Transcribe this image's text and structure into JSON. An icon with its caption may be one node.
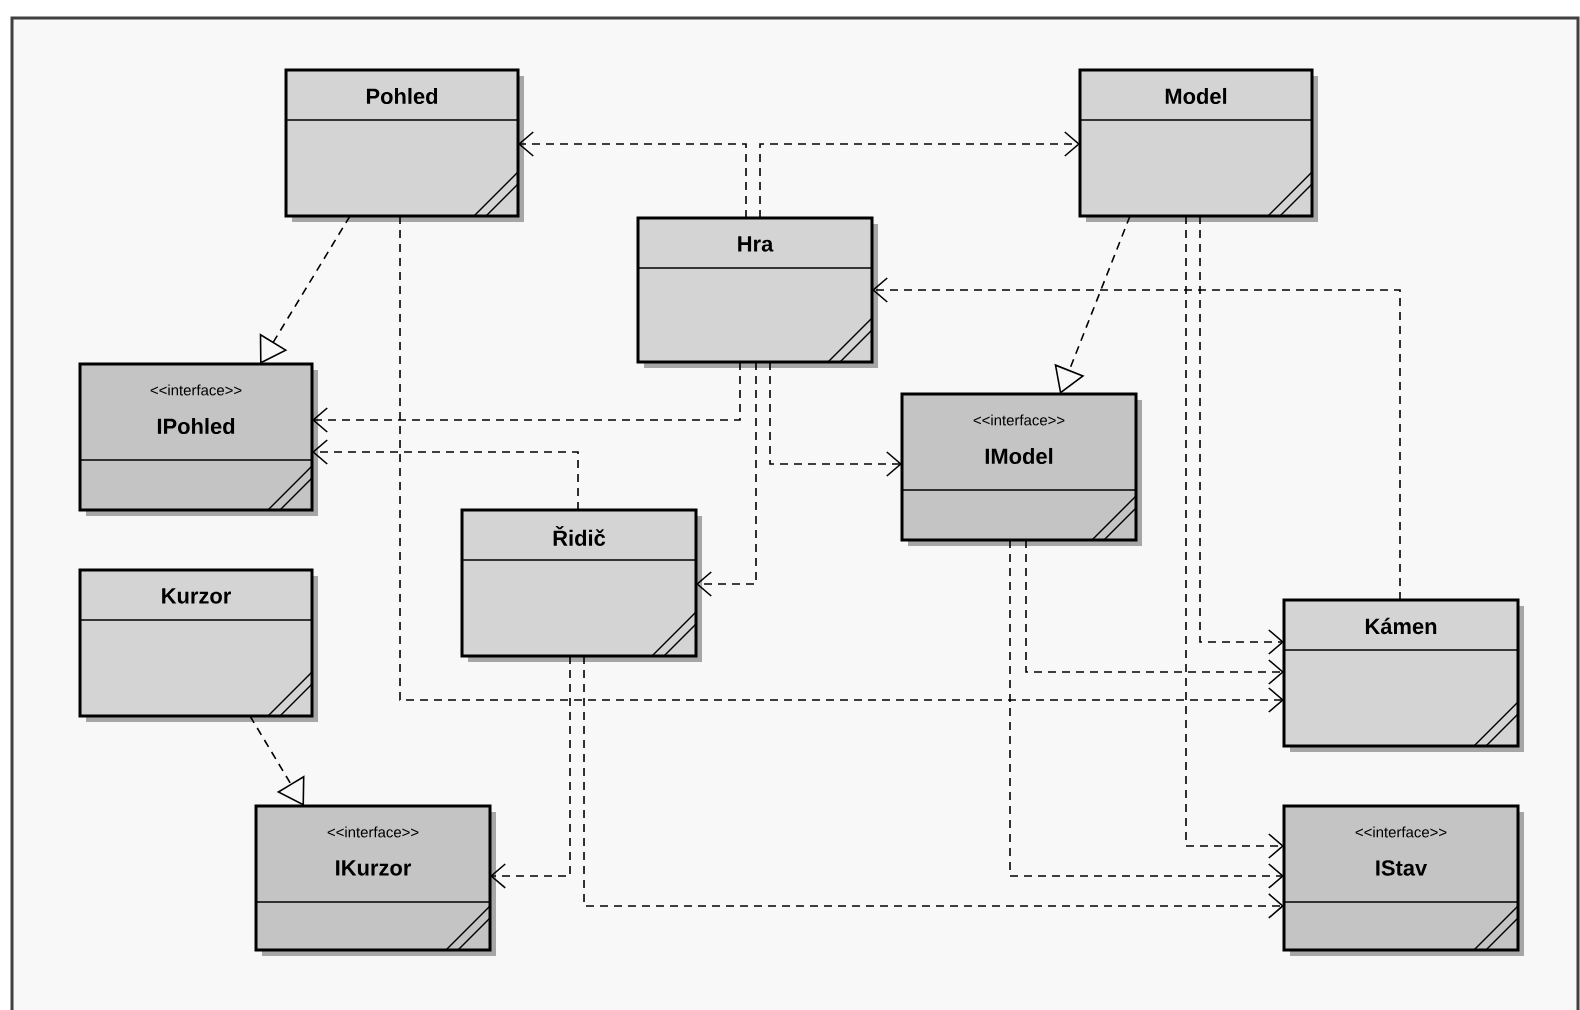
{
  "diagram": {
    "nodes": [
      {
        "text": [
          "Pohled"
        ]
      },
      {
        "text": [
          "Model"
        ]
      },
      {
        "text": [
          "Hra"
        ]
      },
      {
        "text": [
          "<<interface>>",
          "IPohled"
        ]
      },
      {
        "text": [
          "<<interface>>",
          "IModel"
        ]
      },
      {
        "text": [
          "Řidič"
        ]
      },
      {
        "text": [
          "Kurzor"
        ]
      },
      {
        "text": [
          "Kámen"
        ]
      },
      {
        "text": [
          "<<interface>>",
          "IKurzor"
        ]
      },
      {
        "text": [
          "<<interface>>",
          "IStav"
        ]
      }
    ],
    "edges": [
      {
        "from": 2,
        "to": 0,
        "arrow": "to"
      },
      {
        "from": 2,
        "to": 1,
        "arrow": "to"
      },
      {
        "from": 0,
        "to": 3,
        "arrow": "to"
      },
      {
        "from": 1,
        "to": 4,
        "arrow": "to"
      },
      {
        "from": 6,
        "to": 8,
        "arrow": "to"
      },
      {
        "from": 2,
        "to": 3,
        "arrow": "to"
      },
      {
        "from": 5,
        "to": 3,
        "arrow": "to"
      },
      {
        "from": 2,
        "to": 5,
        "arrow": "to"
      },
      {
        "from": 2,
        "to": 4,
        "arrow": "to"
      },
      {
        "from": 7,
        "to": 2,
        "arrow": "to"
      },
      {
        "from": 1,
        "to": 7,
        "arrow": "to"
      },
      {
        "from": 1,
        "to": 9,
        "arrow": "to"
      },
      {
        "from": 4,
        "to": 7,
        "arrow": "to"
      },
      {
        "from": 4,
        "to": 9,
        "arrow": "to"
      },
      {
        "from": 0,
        "to": 7,
        "arrow": "to"
      },
      {
        "from": 5,
        "to": 8,
        "arrow": "to"
      },
      {
        "from": 5,
        "to": 9,
        "arrow": "to"
      }
    ]
  }
}
